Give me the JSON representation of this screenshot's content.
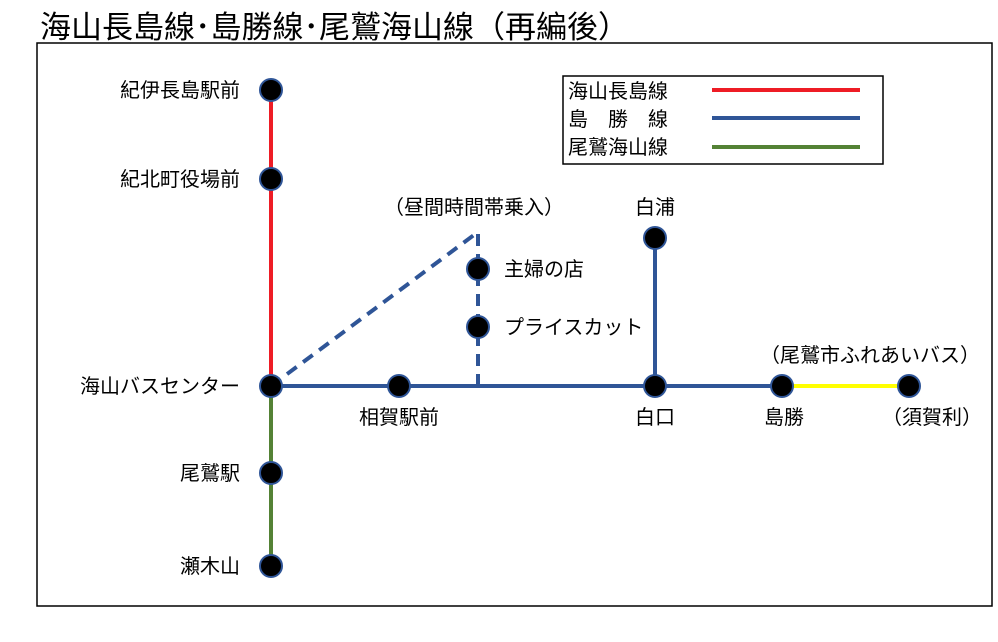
{
  "title": "海山長島線･島勝線･尾鷲海山線（再編後）",
  "colors": {
    "kaizan_nagashima": "#ee1c25",
    "shimakatsu": "#2f5597",
    "owase_kaizan": "#548235",
    "fureai_bus": "#ffff00"
  },
  "legend": {
    "items": [
      {
        "label": "海山長島線",
        "color": "#ee1c25"
      },
      {
        "label": "島　勝　線",
        "color": "#2f5597"
      },
      {
        "label": "尾鷲海山線",
        "color": "#548235"
      }
    ]
  },
  "stations": {
    "kiinagashima": "紀伊長島駅前",
    "kihoku_town_office": "紀北町役場前",
    "kaizan_bus_center": "海山バスセンター",
    "owase_station": "尾鷲駅",
    "segiyama": "瀬木山",
    "aiga": "相賀駅前",
    "shufu_no_mise": "主婦の店",
    "price_cut": "プライスカット",
    "shiraura": "白浦",
    "shiroguchi": "白口",
    "shimakatsu": "島勝",
    "sugari": "（須賀利）"
  },
  "notes": {
    "daytime": "（昼間時間帯乗入）",
    "fureai": "（尾鷲市ふれあいバス）"
  }
}
